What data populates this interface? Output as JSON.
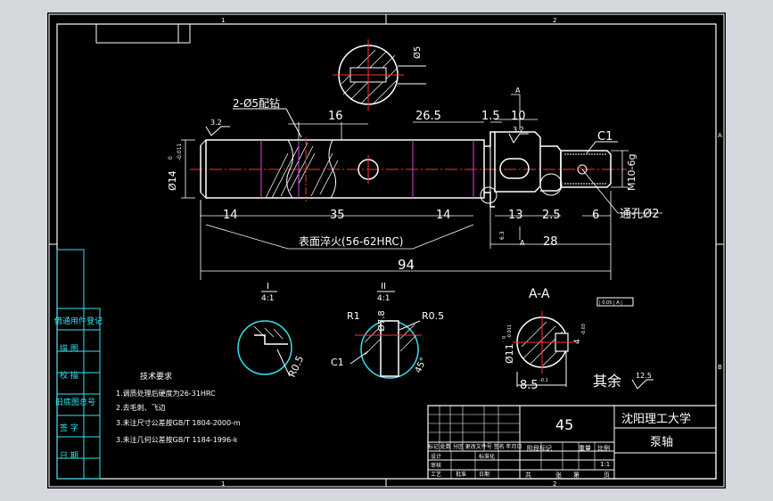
{
  "border": {
    "top_zones": [
      "1",
      "2"
    ],
    "side_zones": [
      "A",
      "B"
    ]
  },
  "tolerances": {
    "shaft_dia": "Ø14",
    "shaft_tol_upper": "0",
    "shaft_tol_lower": "-0.011",
    "thread": "M10-6g",
    "section_dia": "Ø11",
    "section_tol_upper": "0",
    "section_tol_lower": "-0.011",
    "keyway_width": "8.5",
    "keyway_tol": "-0.1",
    "hole_dia": "Ø5",
    "flat_height": "4",
    "flat_tol": "-0.03",
    "geo_tol_frame": "| 0.05 | A |"
  },
  "dimensions": {
    "pin_hole_label": "2-Ø5配钻",
    "d16": "16",
    "d26_5": "26.5",
    "d1_5": "1.5",
    "d10": "10",
    "chamfer_c1": "C1",
    "roughness_1": "3.2",
    "roughness_2": "3.2",
    "d14_left": "14",
    "d35": "35",
    "d14_right": "14",
    "d13": "13",
    "d2_5": "2.5",
    "d6": "6",
    "through_hole": "通孔Ø2",
    "hardening": "表面淬火(56-62HRC)",
    "d28": "28",
    "d94": "94",
    "section_mark_top": "A",
    "section_mark_bottom": "A",
    "small_dim": "6.3"
  },
  "details": {
    "detail_1_label": "I",
    "detail_1_scale": "4:1",
    "detail_2_label": "II",
    "detail_2_scale": "4:1",
    "section_aa": "A-A",
    "r0_5_a": "R0.5",
    "r1": "R1",
    "dia_7_8": "Ø7.8",
    "r0_5_b": "R0.5",
    "c1": "C1",
    "angle": "45°",
    "remaining": "其余",
    "remaining_roughness": "12.5"
  },
  "technical_requirements": {
    "title": "技术要求",
    "items": [
      "1.调质处理后硬度为26-31HRC",
      "2.去毛刺、飞边",
      "3.未注尺寸公差按GB/T 1804-2000-m",
      "3.未注几何公差按GB/T 1184-1996-k"
    ]
  },
  "side_table": {
    "rows": [
      "借通用件登记",
      "描 图",
      "校 描",
      "旧底图总号",
      "签 字",
      "日 期"
    ]
  },
  "title_block": {
    "material": "45",
    "university": "沈阳理工大学",
    "part_name": "泵轴",
    "header_row": "标记 处数 分区 更改文件号 签名 年月日",
    "designer_row": "设计",
    "standardize": "标准化",
    "stage_label": "阶段标记",
    "weight_label": "重量",
    "scale_label": "比例",
    "scale_value": "1:1",
    "review_label": "审核",
    "process_label": "工艺",
    "approve_label": "批准",
    "date_label": "日期",
    "total_label": "共",
    "sheet_label": "张",
    "page_label": "第",
    "page_unit": "页"
  }
}
